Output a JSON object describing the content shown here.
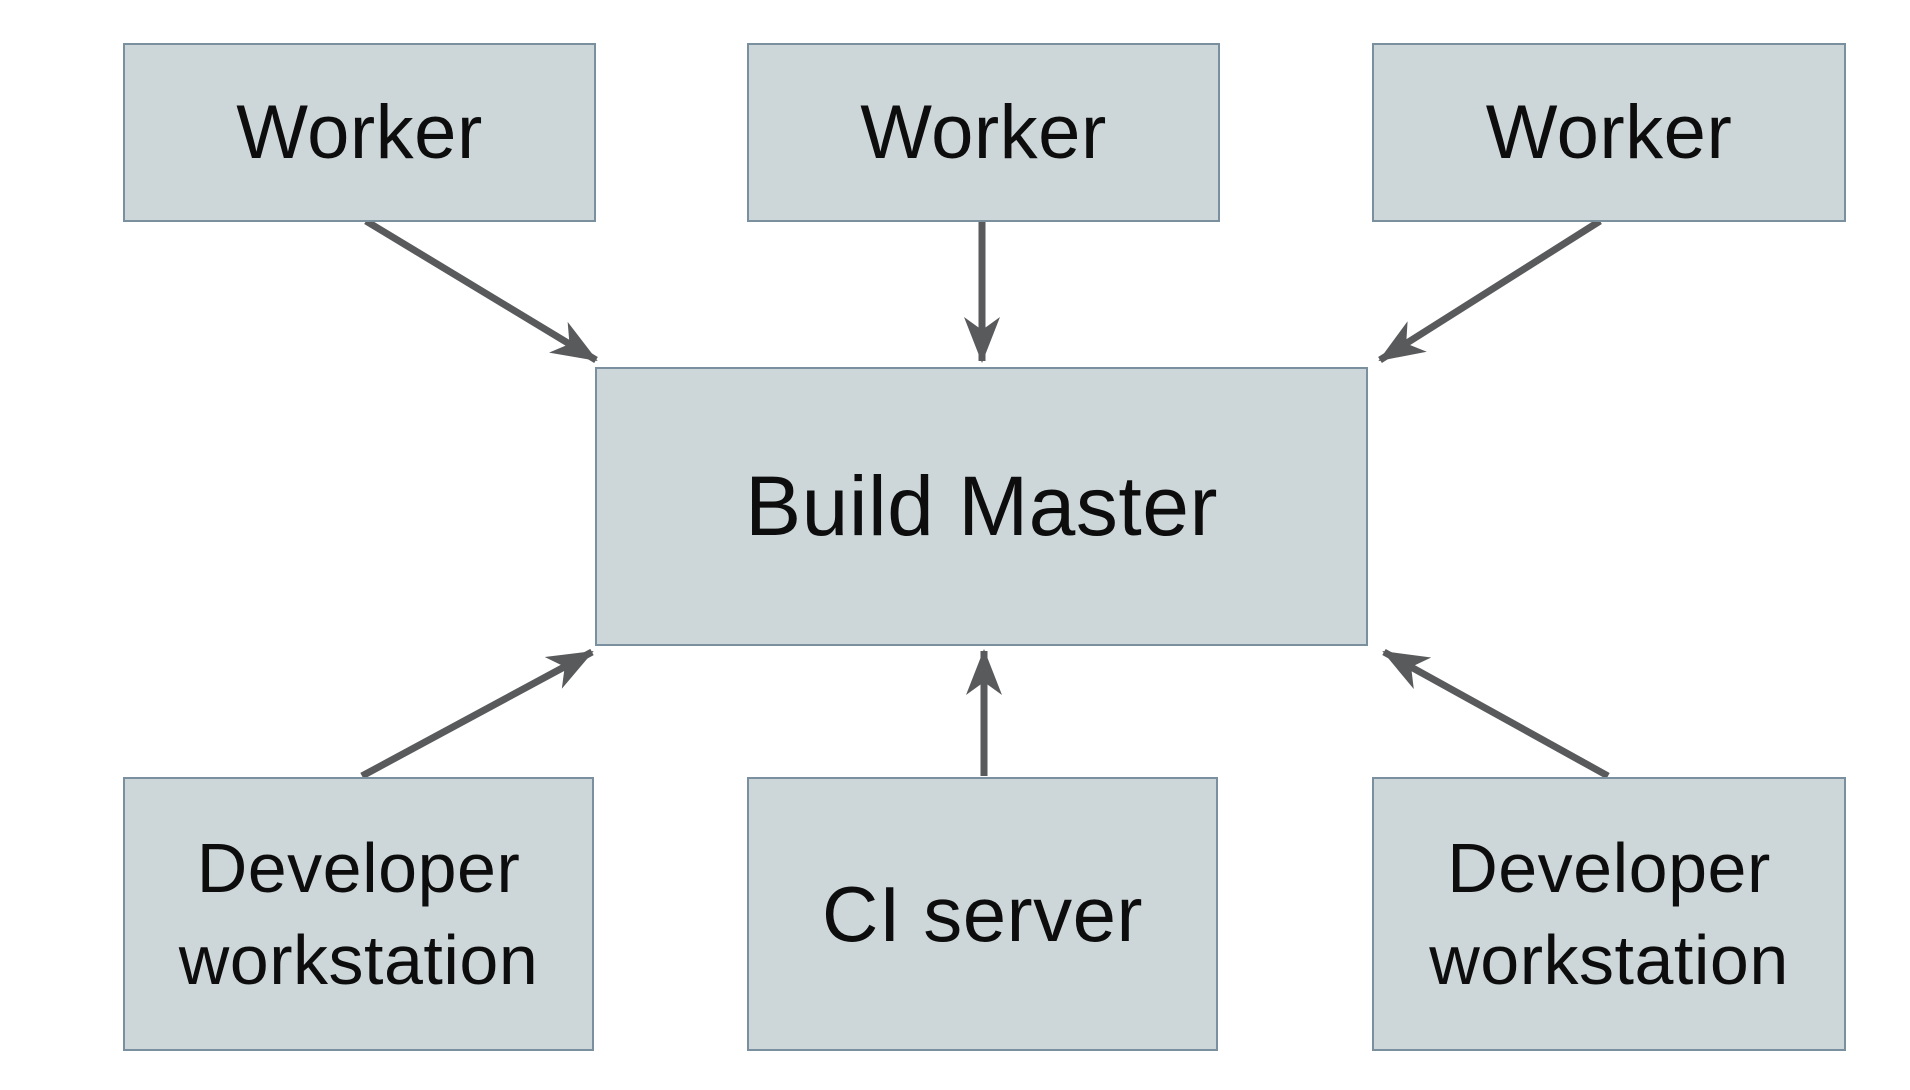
{
  "diagram": {
    "type": "flow",
    "nodes": [
      {
        "id": "worker-1",
        "label": "Worker"
      },
      {
        "id": "worker-2",
        "label": "Worker"
      },
      {
        "id": "worker-3",
        "label": "Worker"
      },
      {
        "id": "build-master",
        "label": "Build Master"
      },
      {
        "id": "developer-workstation-left",
        "label": "Developer workstation"
      },
      {
        "id": "ci-server",
        "label": "CI server"
      },
      {
        "id": "developer-workstation-right",
        "label": "Developer workstation"
      }
    ],
    "edges": [
      {
        "from": "worker-1",
        "to": "build-master"
      },
      {
        "from": "worker-2",
        "to": "build-master"
      },
      {
        "from": "worker-3",
        "to": "build-master"
      },
      {
        "from": "developer-workstation-left",
        "to": "build-master"
      },
      {
        "from": "ci-server",
        "to": "build-master"
      },
      {
        "from": "developer-workstation-right",
        "to": "build-master"
      }
    ]
  },
  "theme": {
    "box-fill": "#cdd7da",
    "box-border": "#7a909f",
    "arrow-color": "#595a5c",
    "text-color": "#0d0d0d",
    "canvas-background": "#ffffff"
  }
}
